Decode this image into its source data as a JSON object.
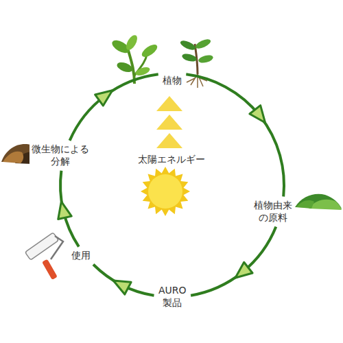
{
  "diagram": {
    "nodes": [
      {
        "text": [
          "植物"
        ]
      },
      {
        "text": [
          "植物由来 の原料"
        ]
      },
      {
        "text": [
          "AURO 製品"
        ]
      },
      {
        "text": [
          "使用"
        ]
      },
      {
        "text": [
          "微生物による 分解"
        ]
      }
    ],
    "edges": [
      {
        "from": 0,
        "to": 1,
        "arrow": "to"
      },
      {
        "from": 1,
        "to": 2,
        "arrow": "to"
      },
      {
        "from": 2,
        "to": 3,
        "arrow": "to"
      },
      {
        "from": 3,
        "to": 4,
        "arrow": "to"
      },
      {
        "from": 4,
        "to": 0,
        "arrow": "to"
      }
    ],
    "labels": [
      "太陽エネルギー"
    ]
  }
}
